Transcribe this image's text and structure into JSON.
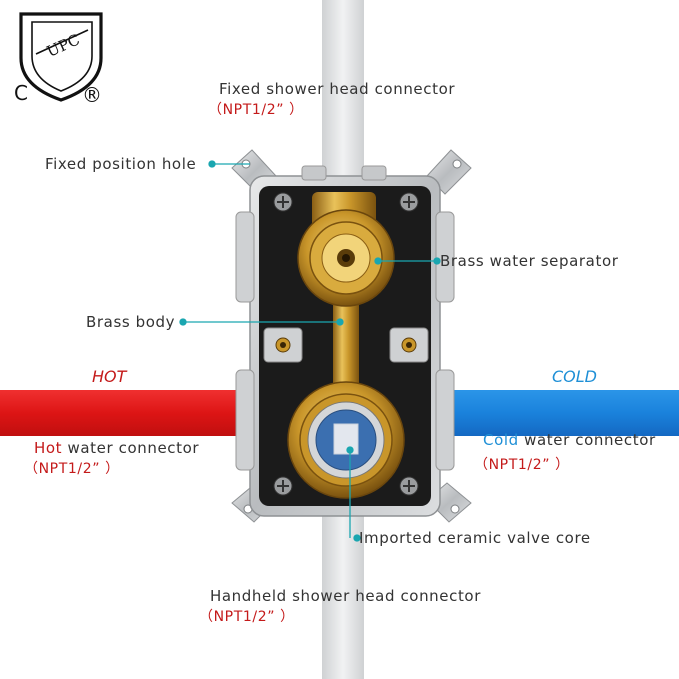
{
  "certification": {
    "mark_text": "UPC",
    "left_letter": "C",
    "registered_symbol": "®"
  },
  "labels": {
    "fixed_connector": "Fixed shower head connector",
    "fixed_connector_spec": "（NPT1/2” ）",
    "fixed_hole": "Fixed position hole",
    "separator": "Brass water separator",
    "brass_body": "Brass body",
    "hot_word": "HOT",
    "cold_word": "COLD",
    "hot_connector_color_word": "Hot",
    "hot_connector_rest": " water connector",
    "hot_connector_spec": "（NPT1/2” ）",
    "cold_connector_color_word": "Cold",
    "cold_connector_rest": " water connector",
    "cold_connector_spec": "（NPT1/2” ）",
    "valve_core": "Imported ceramic valve core",
    "handheld_connector": "Handheld shower head connector",
    "handheld_connector_spec": "（NPT1/2” ）"
  },
  "colors": {
    "hot_pipe": "#e01818",
    "cold_pipe": "#1a82dc",
    "hot_text": "#c41a1a",
    "cold_text": "#1e8fd6",
    "leader": "#1aa6b0",
    "brass": "#c9962a",
    "housing": "#1b1b1b"
  }
}
